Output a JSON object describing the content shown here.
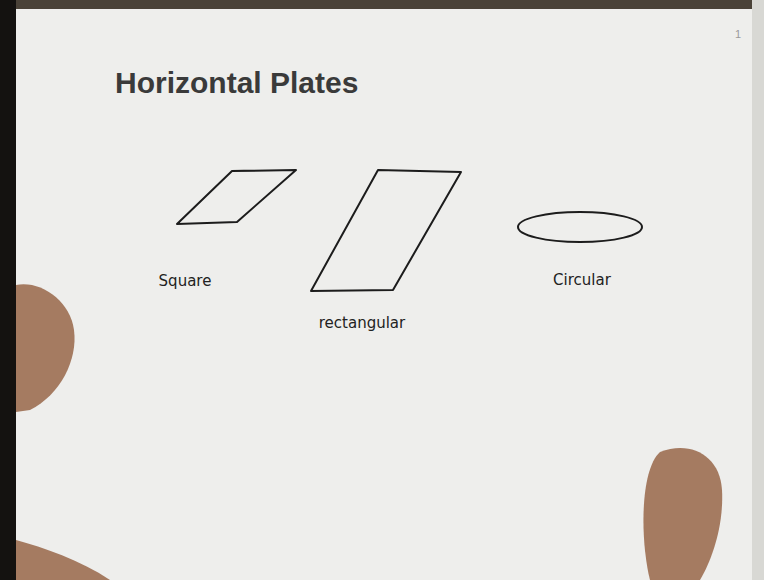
{
  "diagram": {
    "title": "Horizontal Plates",
    "labels": [
      "Square",
      "rectangular",
      "Circular",
      "1"
    ]
  }
}
